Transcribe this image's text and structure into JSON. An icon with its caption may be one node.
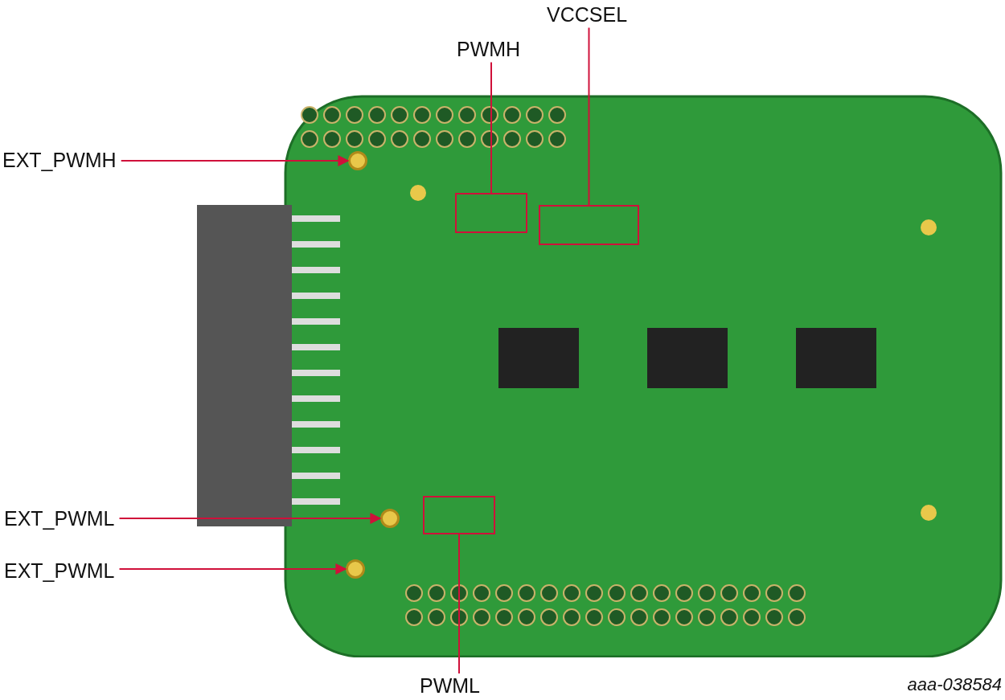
{
  "diagram": {
    "nodes": [
      {
        "text": [],
        "shape": "picture"
      },
      {
        "text": [],
        "shape": "circle",
        "in": 0
      },
      {
        "text": [],
        "shape": "box",
        "in": 0
      },
      {
        "text": [],
        "shape": "box",
        "in": 0
      },
      {
        "text": [],
        "shape": "circle",
        "in": 0
      },
      {
        "text": [],
        "shape": "circle",
        "in": 0
      },
      {
        "text": [],
        "shape": "box",
        "in": 0
      },
      {
        "text": [
          "VCCSEL"
        ]
      },
      {
        "text": [
          "PWMH"
        ]
      },
      {
        "text": [
          "EXT_PWMH"
        ]
      },
      {
        "text": [
          "EXT_PWML"
        ]
      },
      {
        "text": [
          "EXT_PWML"
        ]
      },
      {
        "text": [
          "PWML"
        ]
      }
    ],
    "edges": [
      {
        "from": 9,
        "to": 1,
        "arrow": "to"
      },
      {
        "from": 8,
        "to": 2,
        "arrow": "none"
      },
      {
        "from": 7,
        "to": 3,
        "arrow": "none"
      },
      {
        "from": 10,
        "to": 4,
        "arrow": "to"
      },
      {
        "from": 11,
        "to": 5,
        "arrow": "to"
      },
      {
        "from": 12,
        "to": 6,
        "arrow": "none"
      }
    ],
    "labels": [
      "aaa-038584"
    ]
  }
}
